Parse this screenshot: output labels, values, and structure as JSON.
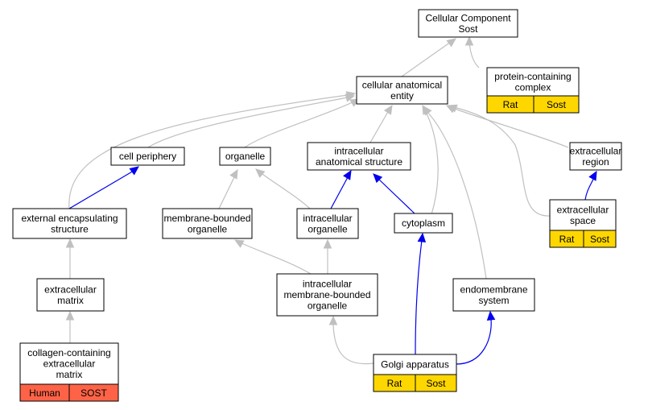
{
  "colors": {
    "is_a_edge": "#c0c0c0",
    "part_of_edge": "#0000ee",
    "rat_annotation": "#ffd700",
    "human_annotation": "#ff6347"
  },
  "nodes": {
    "root": {
      "lines": [
        "Cellular Component",
        "Sost"
      ]
    },
    "cellular_anatomical_entity": {
      "lines": [
        "cellular anatomical",
        "entity"
      ]
    },
    "protein_containing_complex": {
      "lines": [
        "protein-containing",
        "complex"
      ],
      "annotation": [
        "Rat",
        "Sost"
      ]
    },
    "cell_periphery": {
      "lines": [
        "cell periphery"
      ]
    },
    "organelle": {
      "lines": [
        "organelle"
      ]
    },
    "intracellular_anatomical_structure": {
      "lines": [
        "intracellular",
        "anatomical structure"
      ]
    },
    "extracellular_region": {
      "lines": [
        "extracellular",
        "region"
      ]
    },
    "external_encapsulating_structure": {
      "lines": [
        "external encapsulating",
        "structure"
      ]
    },
    "membrane_bounded_organelle": {
      "lines": [
        "membrane-bounded",
        "organelle"
      ]
    },
    "intracellular_organelle": {
      "lines": [
        "intracellular",
        "organelle"
      ]
    },
    "cytoplasm": {
      "lines": [
        "cytoplasm"
      ]
    },
    "extracellular_space": {
      "lines": [
        "extracellular",
        "space"
      ],
      "annotation": [
        "Rat",
        "Sost"
      ]
    },
    "extracellular_matrix": {
      "lines": [
        "extracellular",
        "matrix"
      ]
    },
    "intracellular_membrane_bounded_organelle": {
      "lines": [
        "intracellular",
        "membrane-bounded",
        "organelle"
      ]
    },
    "endomembrane_system": {
      "lines": [
        "endomembrane",
        "system"
      ]
    },
    "collagen_containing_extracellular_matrix": {
      "lines": [
        "collagen-containing",
        "extracellular",
        "matrix"
      ],
      "annotation": [
        "Human",
        "SOST"
      ]
    },
    "golgi_apparatus": {
      "lines": [
        "Golgi apparatus"
      ],
      "annotation": [
        "Rat",
        "Sost"
      ]
    }
  }
}
